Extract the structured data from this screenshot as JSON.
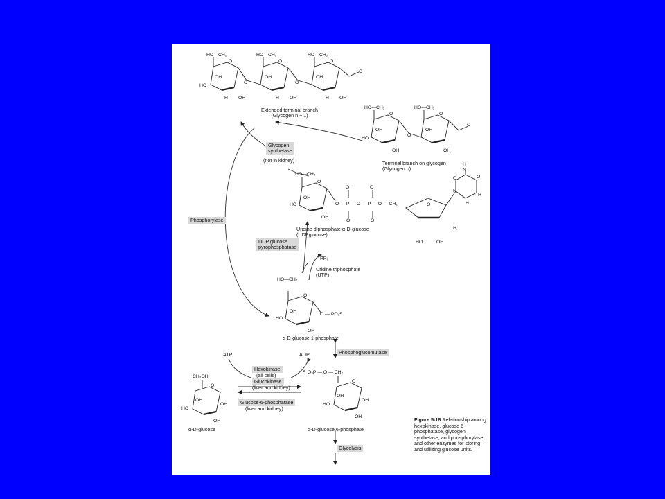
{
  "colors": {
    "background": "#0000ff",
    "page": "#ffffff",
    "enzyme_box": "#d9d9d9",
    "ink": "#111111"
  },
  "compounds": {
    "glycogen_n1": {
      "label": "Extended terminal branch",
      "sub": "(Glycogen n + 1)"
    },
    "glycogen_n": {
      "label": "Terminal branch on glycogen",
      "sub": "(Glycogen n)"
    },
    "udpglucose": {
      "label": "Uridine diphosphate α-D-glucose",
      "sub": "(UDPglucose)"
    },
    "g1p": {
      "label": "α-D-glucose 1-phosphate"
    },
    "glucose": {
      "label": "α-D-glucose"
    },
    "g6p": {
      "label": "α-D-glucose 6-phosphate"
    }
  },
  "enzymes": {
    "glycogen_synthetase": {
      "line1": "Glycogen",
      "line2": "synthetase",
      "note": "(not in kidney)"
    },
    "phosphorylase": "Phosphorylase",
    "udp_glucose_pyrophosphatase": {
      "line1": "UDP glucose",
      "line2": "pyrophosphatase"
    },
    "phosphoglucomutase": "Phosphoglucomutase",
    "hexokinase": {
      "name": "Hexokinase",
      "note": "(all cells)"
    },
    "glucokinase": {
      "name": "Glucokinase",
      "note": "(liver and kidney)"
    },
    "glucose_6_phosphatase": {
      "name": "Glucose-6-phosphatase",
      "note": "(liver and kidney)"
    },
    "glycolysis": "Glycolysis"
  },
  "cofactors": {
    "ppi": "PPᵢ",
    "utp_line1": "Uridine triphosphate",
    "utp_line2": "(UTP)",
    "atp": "ATP",
    "adp": "ADP"
  },
  "atoms": {
    "ho_ch2": "HO—CH₂",
    "ch2oh": "CH₂OH",
    "h": "H",
    "o": "O",
    "oh": "OH",
    "ho": "HO",
    "n": "N",
    "p": "P",
    "o_minus": "O⁻",
    "o_ch2": "O—CH₂",
    "h1": "H,",
    "o_po3": "O — PO₃²⁻",
    "o3p_o_ch2": "²⁻O₃P — O — CH₂",
    "o_p": "O — P — O — P — O — CH₂"
  },
  "caption": {
    "figure": "Figure 5-18",
    "text": "Relationship among hexokinase, glucose 6-phosphatase, glycogen synthetase, and phosphorylase and other enzymes for storing and utilizing glucose units."
  }
}
